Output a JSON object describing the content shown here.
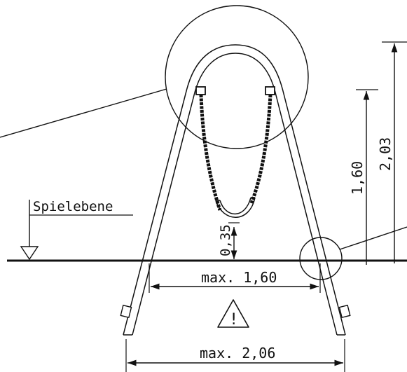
{
  "labels": {
    "play_level": "Spielebene",
    "dim_total_height": "2,03",
    "dim_upper_height": "1,60",
    "dim_seat_height": "0,35",
    "dim_inner_width": "max. 1,60",
    "dim_outer_width": "max. 2,06",
    "warning_symbol": "!"
  },
  "colors": {
    "line": "#111111",
    "background": "#ffffff"
  }
}
